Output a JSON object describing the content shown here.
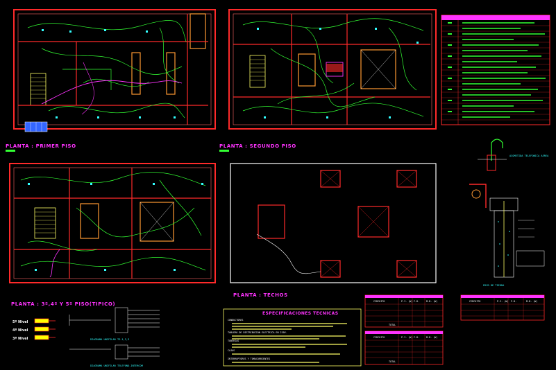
{
  "titles": {
    "plan1": "PLANTA : PRIMER PISO",
    "plan2": "PLANTA : SEGUNDO PISO",
    "plan3": "PLANTA : 3º,4º Y 5º PISO(TIPICO)",
    "plan4": "PLANTA : TECHOS",
    "specs": "ESPECIFICACIONES TECNICAS",
    "pozo": "POZO DE TIERRA",
    "acometida": "ACOMETIDA TELEFONICA AEREA",
    "diagrama1": "DIAGRAMA UNIFILAR TG-1,2,3",
    "diagrama2": "DIAGRAMA UNIFILAR TELEFONO-INTERCOM",
    "floors": [
      "5º Nivel",
      "4º Nivel",
      "3º Nivel"
    ]
  },
  "specs_items": [
    "CONDUCTORES",
    "TABLERO DE DISTRIBUCION ELECTRICA EN 220V.",
    "TUBERIAS",
    "CAJAS",
    "INTERRUPTORES Y TOMACORRIENTES"
  ],
  "tables": {
    "t1_header": [
      "CIRCUITO",
      "P.I. (W)",
      "F.D.",
      "M.D. (W)"
    ],
    "t2_header": [
      "CIRCUITO",
      "P.I. (W)",
      "F.D.",
      "M.D. (W)"
    ],
    "t3_header": [
      "CIRCUITO",
      "P.I. (W)",
      "F.D.",
      "M.D. (W)"
    ],
    "total": "TOTAL"
  },
  "colors": {
    "wall": "#ff2a2a",
    "wire": "#33ff33",
    "text": "#ffff66",
    "title": "#ff33ff",
    "frame": "#ffffff",
    "cyan": "#33ffff"
  }
}
